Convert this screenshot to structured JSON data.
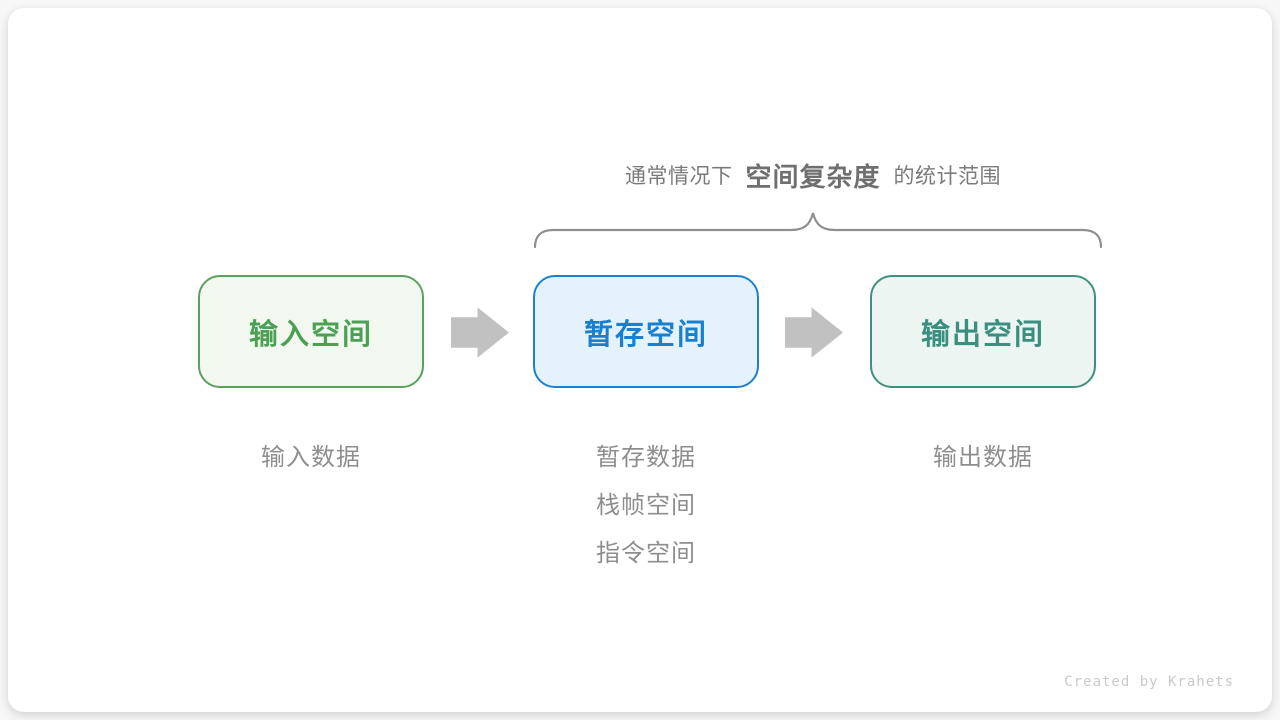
{
  "annotation": {
    "prefix": "通常情况下",
    "term": "空间复杂度",
    "suffix": "的统计范围"
  },
  "boxes": [
    {
      "id": "input-space",
      "label": "输入空间"
    },
    {
      "id": "temp-space",
      "label": "暂存空间"
    },
    {
      "id": "output-space",
      "label": "输出空间"
    }
  ],
  "sublabels": {
    "input": [
      "输入数据"
    ],
    "temp": [
      "暂存数据",
      "栈帧空间",
      "指令空间"
    ],
    "output": [
      "输出数据"
    ]
  },
  "credit": "Created by Krahets",
  "colors": {
    "input_border": "#5BA05C",
    "input_fill": "#F2F8F0",
    "input_text": "#4CA054",
    "temp_border": "#1C80CE",
    "temp_fill": "#E6F2FB",
    "temp_text": "#1880CF",
    "output_border": "#3F907F",
    "output_fill": "#EDF5F2",
    "output_text": "#3A8F7E",
    "arrow": "#C1C1C1",
    "brace": "#8F8F8F",
    "annotation_text": "#7B7B7B",
    "annotation_term": "#6F6F6F",
    "label_text": "#8E8E8E",
    "credit_text": "#C9C9C9"
  }
}
